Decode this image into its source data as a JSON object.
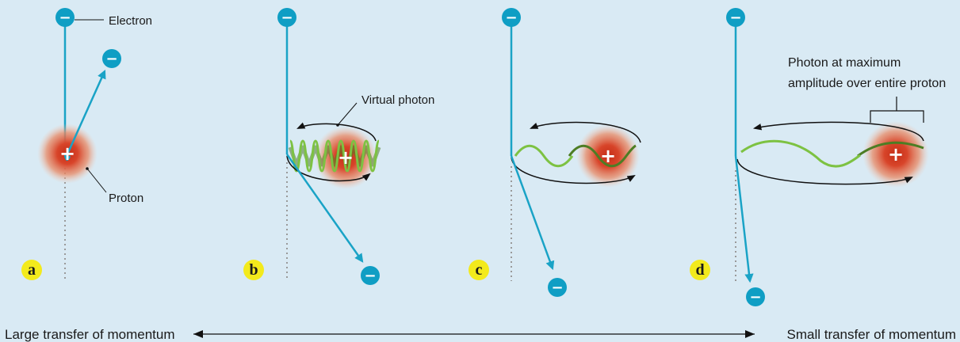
{
  "labels": {
    "electron": "Electron",
    "proton": "Proton",
    "virtual_photon": "Virtual photon",
    "photon_max_line1": "Photon at maximum",
    "photon_max_line2": "amplitude over entire proton"
  },
  "panels": [
    {
      "letter": "a"
    },
    {
      "letter": "b"
    },
    {
      "letter": "c"
    },
    {
      "letter": "d"
    }
  ],
  "scale": {
    "left": "Large transfer of momentum",
    "right": "Small transfer of momentum"
  },
  "symbols": {
    "electron": "−",
    "proton": "+"
  },
  "colors": {
    "background": "#d9eaf4",
    "electron": "#0f9ec4",
    "electron_path": "#1aa3c6",
    "proton": "#d8452a",
    "photon_light": "#7dc242",
    "photon_dark": "#4d7d24",
    "badge": "#f3ea1c"
  }
}
